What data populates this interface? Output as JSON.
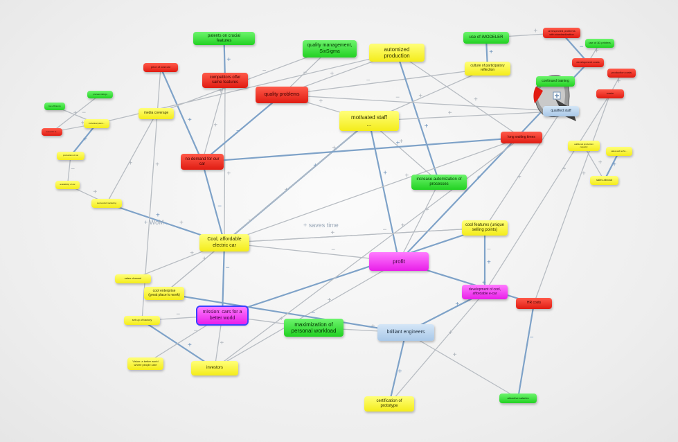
{
  "nodes": [
    {
      "id": "patents",
      "label": "patents on crucial\nfeatures",
      "color": "green",
      "fs": 6
    },
    {
      "id": "qm",
      "label": "quality management,\nSixSigma",
      "color": "green",
      "fs": 7
    },
    {
      "id": "automized",
      "label": "automized\nproduction",
      "color": "yellow",
      "fs": 8
    },
    {
      "id": "imodeler",
      "label": "use of iMODELER",
      "color": "green",
      "fs": 6
    },
    {
      "id": "unrespected",
      "label": "unrespected problems\nwith standardization",
      "color": "red",
      "fs": 4
    },
    {
      "id": "use3d",
      "label": "use of 3D printers",
      "color": "green",
      "fs": 4
    },
    {
      "id": "participatory",
      "label": "culture of participatory\nreflection",
      "color": "yellow",
      "fs": 5
    },
    {
      "id": "dev_cost",
      "label": "development costs",
      "color": "red",
      "fs": 4
    },
    {
      "id": "production_cost",
      "label": "production costs",
      "color": "red",
      "fs": 4
    },
    {
      "id": "price_cost",
      "label": "price of cost car",
      "color": "red",
      "fs": 4
    },
    {
      "id": "competitors",
      "label": "competitors offer\nsame features",
      "color": "red",
      "fs": 6
    },
    {
      "id": "quality_problems",
      "label": "quality problems",
      "color": "red",
      "fs": 7
    },
    {
      "id": "continued",
      "label": "continued training",
      "color": "green",
      "fs": 5
    },
    {
      "id": "waste",
      "label": "waste",
      "color": "red",
      "fs": 4
    },
    {
      "id": "process_fail",
      "label": "process failings",
      "color": "green",
      "fs": 3
    },
    {
      "id": "low_efficiency",
      "label": "low efficiency",
      "color": "green",
      "fs": 3
    },
    {
      "id": "media",
      "label": "media coverage",
      "color": "yellow",
      "fs": 5
    },
    {
      "id": "motivated",
      "label": "motivated staff\n...",
      "color": "yellow",
      "fs": 8
    },
    {
      "id": "qualified",
      "label": "qualified staff",
      "color": "blue",
      "fs": 5
    },
    {
      "id": "individual",
      "label": "individual plann...",
      "color": "yellow",
      "fs": 3
    },
    {
      "id": "research",
      "label": "research fo...",
      "color": "red",
      "fs": 3
    },
    {
      "id": "long_wait",
      "label": "long waiting times",
      "color": "red",
      "fs": 5
    },
    {
      "id": "additional",
      "label": "additional production\ncapacity",
      "color": "yellow",
      "fs": 3
    },
    {
      "id": "sales_tech",
      "label": "sales and techn...",
      "color": "yellow",
      "fs": 3
    },
    {
      "id": "production_car",
      "label": "production of car",
      "color": "yellow",
      "fs": 3
    },
    {
      "id": "no_demand",
      "label": "no demand for our\ncar",
      "color": "red",
      "fs": 6
    },
    {
      "id": "increase_auto",
      "label": "increase automization of\nprocesses",
      "color": "green",
      "fs": 6
    },
    {
      "id": "availability",
      "label": "availability of car",
      "color": "yellow",
      "fs": 3
    },
    {
      "id": "sales_abroad",
      "label": "sales abroad",
      "color": "yellow",
      "fs": 4
    },
    {
      "id": "successful_marketing",
      "label": "successful marketing",
      "color": "yellow",
      "fs": 3
    },
    {
      "id": "cool_features",
      "label": "cool features (unique\nselling points)",
      "color": "yellow",
      "fs": 6
    },
    {
      "id": "cool_car",
      "label": "Cool, affordable\nelectric car",
      "color": "yellow",
      "fs": 7
    },
    {
      "id": "profit",
      "label": "profit",
      "color": "magenta",
      "fs": 8
    },
    {
      "id": "sales_channel",
      "label": "sales channel",
      "color": "yellow",
      "fs": 4
    },
    {
      "id": "cool_enterprise",
      "label": "cool enterprise\n(great place to work)",
      "color": "yellow",
      "fs": 5
    },
    {
      "id": "development",
      "label": "development of cool,\naffordable e-car",
      "color": "magenta",
      "fs": 5
    },
    {
      "id": "mission",
      "label": "mission: cars for a\nbetter world",
      "color": "magenta",
      "fs": 7,
      "selected": true
    },
    {
      "id": "hr",
      "label": "HR costs",
      "color": "red",
      "fs": 5
    },
    {
      "id": "setup_factory",
      "label": "set up of factory",
      "color": "yellow",
      "fs": 4
    },
    {
      "id": "maximization",
      "label": "maximization of\npersonal workload",
      "color": "green",
      "fs": 8
    },
    {
      "id": "brilliant",
      "label": "brilliant engineers",
      "color": "blue",
      "fs": 7
    },
    {
      "id": "vision",
      "label": "Vision: a better world\nwhere people care",
      "color": "yellow",
      "fs": 4
    },
    {
      "id": "investors",
      "label": "investors",
      "color": "yellow",
      "fs": 6
    },
    {
      "id": "certification",
      "label": "certification of\nprototype",
      "color": "yellow",
      "fs": 6
    },
    {
      "id": "attractive_salaries",
      "label": "attractive salaries",
      "color": "green",
      "fs": 4
    }
  ],
  "edges": [
    [
      "patents",
      "competitors"
    ],
    [
      "qm",
      "quality_problems"
    ],
    [
      "automized",
      "quality_problems"
    ],
    [
      "imodeler",
      "participatory"
    ],
    [
      "imodeler",
      "unrespected"
    ],
    [
      "participatory",
      "quality_problems"
    ],
    [
      "price_cost",
      "no_demand"
    ],
    [
      "competitors",
      "no_demand"
    ],
    [
      "competitors",
      "cool_car"
    ],
    [
      "quality_problems",
      "no_demand"
    ],
    [
      "motivated",
      "quality_problems"
    ],
    [
      "motivated",
      "cool_car"
    ],
    [
      "cool_car",
      "motivated"
    ],
    [
      "motivated",
      "cool_enterprise"
    ],
    [
      "increase_auto",
      "motivated"
    ],
    [
      "automized",
      "increase_auto"
    ],
    [
      "participatory",
      "motivated"
    ],
    [
      "qualified",
      "quality_problems"
    ],
    [
      "continued",
      "qualified"
    ],
    [
      "qualified",
      "motivated"
    ],
    [
      "long_wait",
      "no_demand"
    ],
    [
      "no_demand",
      "cool_car"
    ],
    [
      "media",
      "successful_marketing"
    ],
    [
      "successful_marketing",
      "cool_car"
    ],
    [
      "cool_car",
      "successful_marketing"
    ],
    [
      "cool_car",
      "profit"
    ],
    [
      "profit",
      "increase_auto"
    ],
    [
      "profit",
      "motivated"
    ],
    [
      "cool_features",
      "cool_car"
    ],
    [
      "development",
      "cool_features"
    ],
    [
      "cool_features",
      "development"
    ],
    [
      "sales_channel",
      "cool_car"
    ],
    [
      "cool_enterprise",
      "cool_car"
    ],
    [
      "mission",
      "cool_car"
    ],
    [
      "mission",
      "maximization"
    ],
    [
      "maximization",
      "brilliant"
    ],
    [
      "brilliant",
      "development"
    ],
    [
      "mission",
      "setup_factory"
    ],
    [
      "mission",
      "investors"
    ],
    [
      "setup_factory",
      "investors"
    ],
    [
      "investors",
      "profit"
    ],
    [
      "vision",
      "mission"
    ],
    [
      "brilliant",
      "certification"
    ],
    [
      "certification",
      "development"
    ],
    [
      "attractive_salaries",
      "brilliant"
    ],
    [
      "attractive_salaries",
      "hr"
    ],
    [
      "hr",
      "waste"
    ],
    [
      "additional",
      "sales_abroad"
    ],
    [
      "sales_tech",
      "sales_abroad"
    ],
    [
      "production_car",
      "availability"
    ],
    [
      "availability",
      "successful_marketing"
    ],
    [
      "individual",
      "production_car"
    ],
    [
      "process_fail",
      "research"
    ],
    [
      "low_efficiency",
      "individual"
    ],
    [
      "dev_cost",
      "profit"
    ],
    [
      "production_cost",
      "waste"
    ],
    [
      "use3d",
      "dev_cost"
    ],
    [
      "unrespected",
      "dev_cost"
    ],
    [
      "automized",
      "long_wait"
    ],
    [
      "cool_car",
      "long_wait"
    ],
    [
      "mission",
      "cool_features"
    ],
    [
      "cool_car",
      "cool_features"
    ],
    [
      "qualified",
      "cool_features"
    ],
    [
      "profit",
      "hr"
    ],
    [
      "development",
      "waste"
    ],
    [
      "media",
      "qm"
    ],
    [
      "no_demand",
      "long_wait"
    ],
    [
      "research",
      "individual"
    ],
    [
      "automized",
      "individual"
    ],
    [
      "cool_enterprise",
      "brilliant"
    ],
    [
      "setup_factory",
      "price_cost"
    ],
    [
      "investors",
      "long_wait"
    ]
  ],
  "edge_labels": [
    {
      "text": "+ WoM ...",
      "of": "successful_marketing→cool_car"
    },
    {
      "text": "+ saves time",
      "of": "cool_car→cool_features"
    }
  ]
}
